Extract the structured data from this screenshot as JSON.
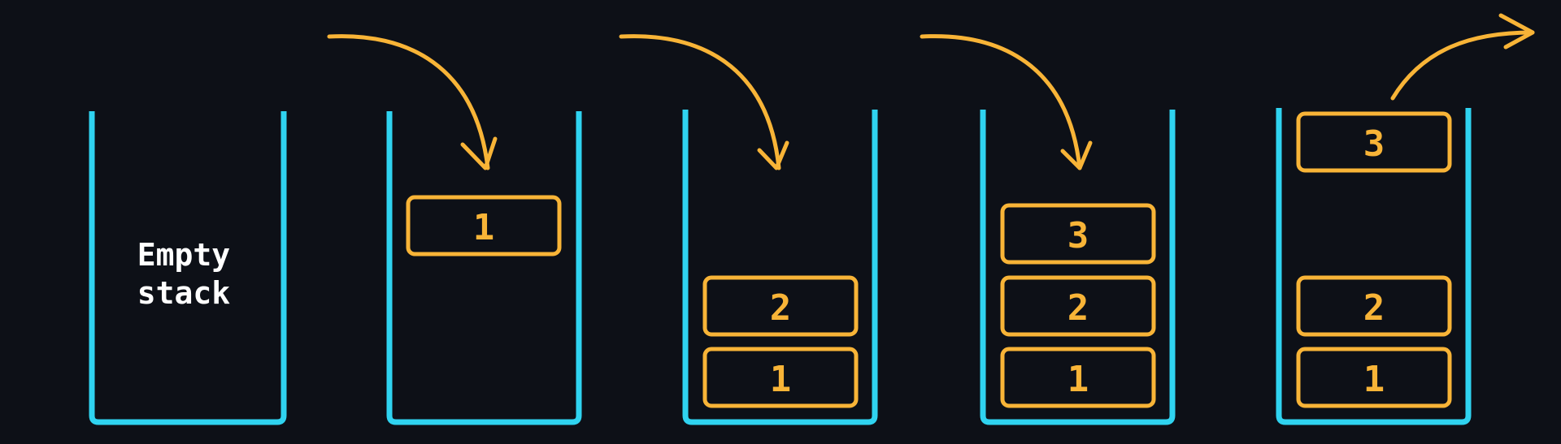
{
  "title": "",
  "colors": {
    "background": "#0d1017",
    "stack": "#2fd3f0",
    "item": "#f8b437",
    "text": "#ffffff"
  },
  "stacks": [
    {
      "label_lines": [
        "Empty",
        "stack"
      ],
      "items": []
    },
    {
      "label_lines": [],
      "items": [
        "1"
      ]
    },
    {
      "label_lines": [],
      "items": [
        "1",
        "2"
      ]
    },
    {
      "label_lines": [],
      "items": [
        "1",
        "2",
        "3"
      ]
    },
    {
      "label_lines": [],
      "items": [
        "1",
        "2",
        "3"
      ]
    }
  ]
}
